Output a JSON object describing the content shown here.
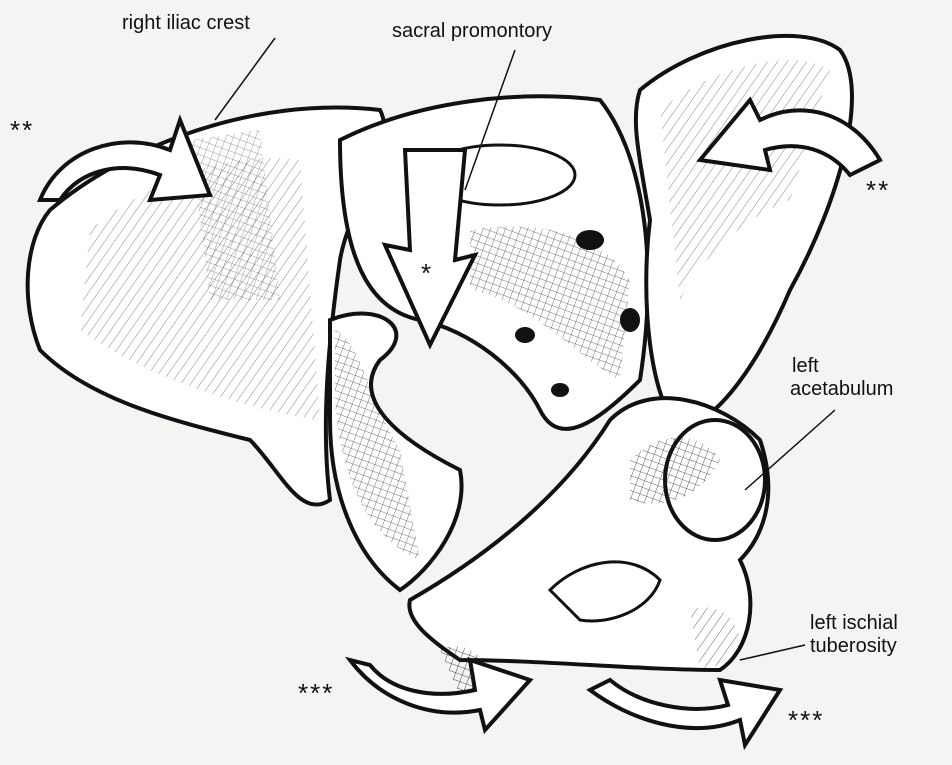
{
  "labels": {
    "right_iliac_crest": "right iliac crest",
    "sacral_promontory": "sacral promontory",
    "left_acetabulum_line1": "left",
    "left_acetabulum_line2": "acetabulum",
    "left_ischial_tuberosity_line1": "left ischial",
    "left_ischial_tuberosity_line2": "tuberosity"
  },
  "markers": {
    "right_rotation": "**",
    "left_rotation": "**",
    "promontory_force": "*",
    "right_ischial_rotation": "***",
    "left_ischial_rotation": "***"
  },
  "colors": {
    "ink": "#111111",
    "bone": "#ffffff",
    "hatch": "#222222",
    "paper": "#f4f4f2"
  }
}
